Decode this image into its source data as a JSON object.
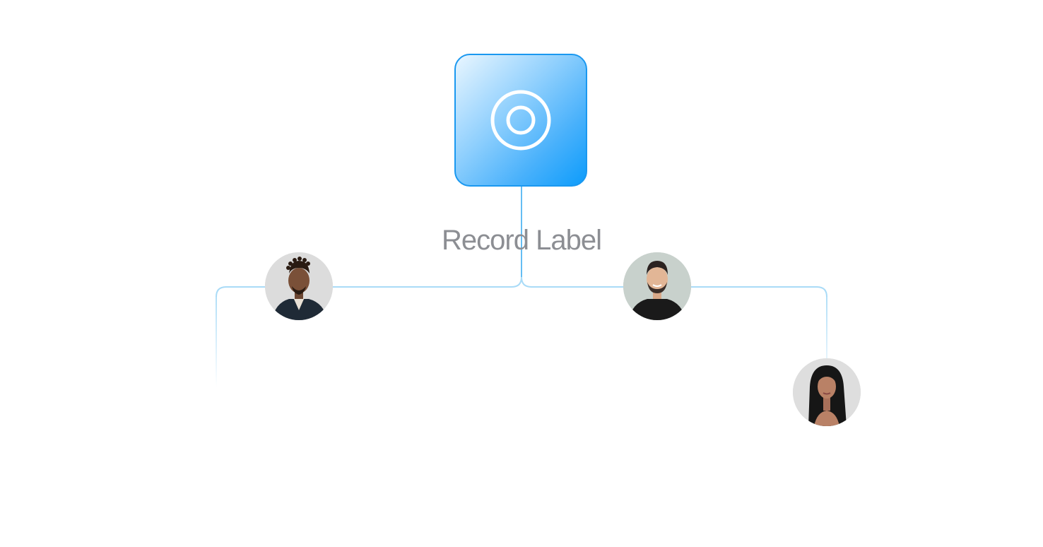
{
  "diagram": {
    "title": "Record Label",
    "colors": {
      "accent": "#1a98f0",
      "connector": "#a9dbf7",
      "title_text": "#8c8e93"
    },
    "root_icon": "target-ring-icon",
    "artists": [
      {
        "name": "artist-avatar-left",
        "icon": "person-avatar-icon"
      },
      {
        "name": "artist-avatar-center-right",
        "icon": "person-avatar-icon"
      },
      {
        "name": "artist-avatar-far-right",
        "icon": "person-avatar-icon"
      }
    ]
  }
}
